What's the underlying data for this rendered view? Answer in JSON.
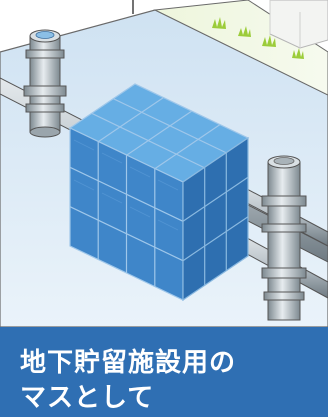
{
  "caption": {
    "line1": "地下貯留施設用の",
    "line2": "マスとして"
  },
  "colors": {
    "caption_band": "#2f6fb3",
    "caption_text": "#ffffff",
    "soil": "#ddeaf5",
    "block_front": "#3f86c9",
    "block_top": "#66aee4",
    "block_side": "#2e6fb0",
    "pipe": "#b9c2c8",
    "grass": "#a7d43a"
  },
  "icons": [
    "storage-tank-illustration",
    "riser-pipe-icon",
    "grass-icon",
    "wall-icon"
  ]
}
